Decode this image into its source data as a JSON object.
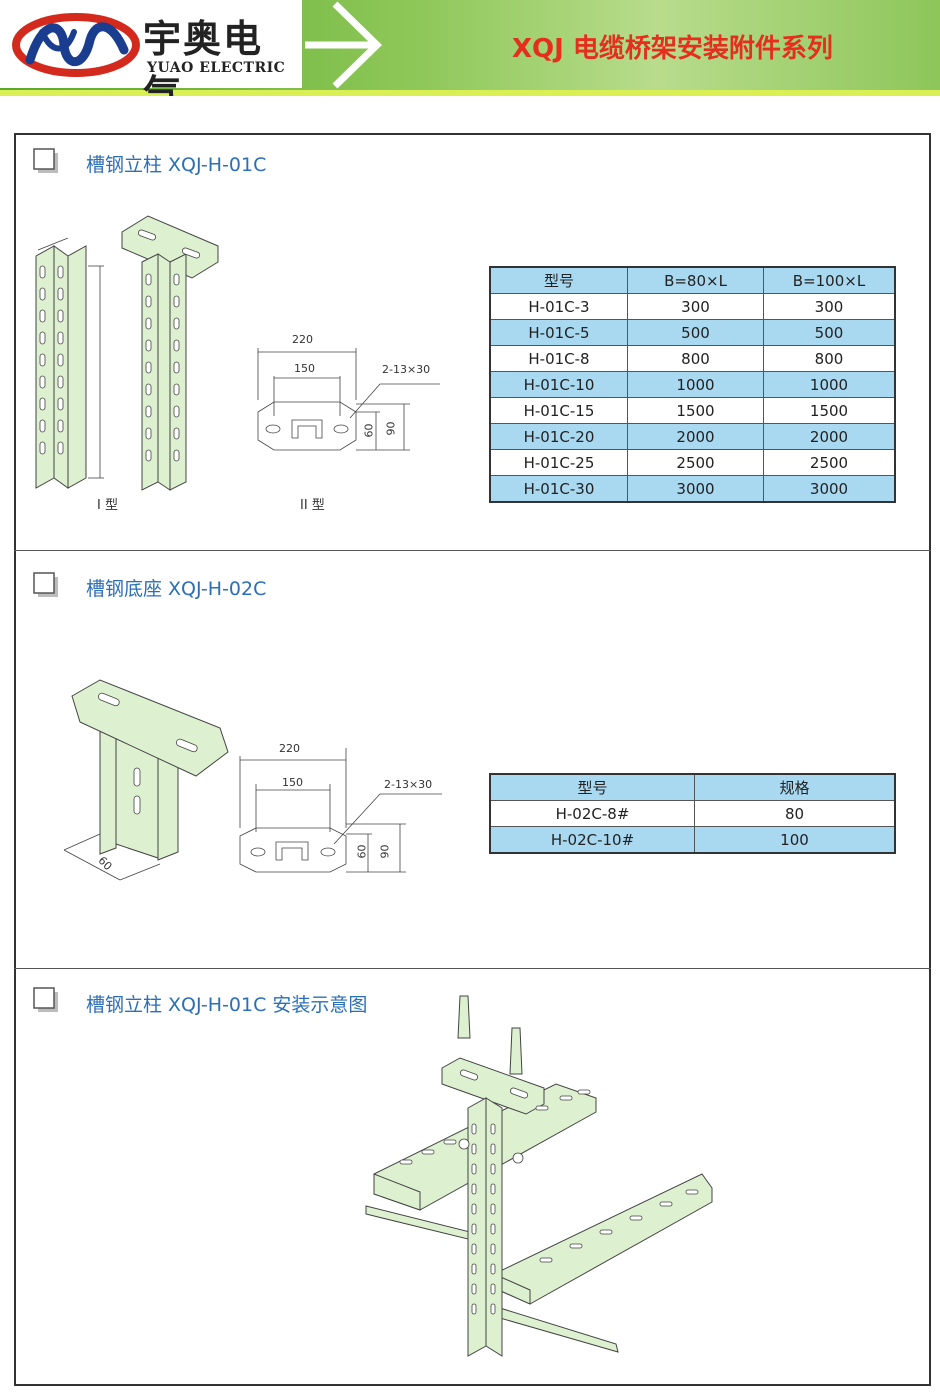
{
  "header": {
    "logo_cn": "宇奥电气",
    "logo_en": "YUAO ELECTRIC",
    "title": "XQJ 电缆桥架安装附件系列"
  },
  "sections": [
    {
      "title": "槽钢立柱 XQJ-H-01C",
      "labels": {
        "type1": "I 型",
        "type2": "II 型"
      },
      "dims": {
        "d220": "220",
        "d150": "150",
        "holes": "2-13×30",
        "d60": "60",
        "d90": "90"
      },
      "table": {
        "headers": [
          "型号",
          "B=80×L",
          "B=100×L"
        ],
        "rows": [
          [
            "H-01C-3",
            "300",
            "300"
          ],
          [
            "H-01C-5",
            "500",
            "500"
          ],
          [
            "H-01C-8",
            "800",
            "800"
          ],
          [
            "H-01C-10",
            "1000",
            "1000"
          ],
          [
            "H-01C-15",
            "1500",
            "1500"
          ],
          [
            "H-01C-20",
            "2000",
            "2000"
          ],
          [
            "H-01C-25",
            "2500",
            "2500"
          ],
          [
            "H-01C-30",
            "3000",
            "3000"
          ]
        ]
      }
    },
    {
      "title": "槽钢底座 XQJ-H-02C",
      "dims": {
        "d220": "220",
        "d150": "150",
        "holes": "2-13×30",
        "d60": "60",
        "d90": "90",
        "side60": "60"
      },
      "table": {
        "headers": [
          "型号",
          "规格"
        ],
        "rows": [
          [
            "H-02C-8#",
            "80"
          ],
          [
            "H-02C-10#",
            "100"
          ]
        ]
      }
    },
    {
      "title": "槽钢立柱 XQJ-H-01C 安装示意图"
    }
  ],
  "colors": {
    "accent_green": "#5aa82a",
    "title_red": "#e52e1e",
    "title_blue": "#2a6fb8",
    "table_blue": "#a9d8f1"
  }
}
